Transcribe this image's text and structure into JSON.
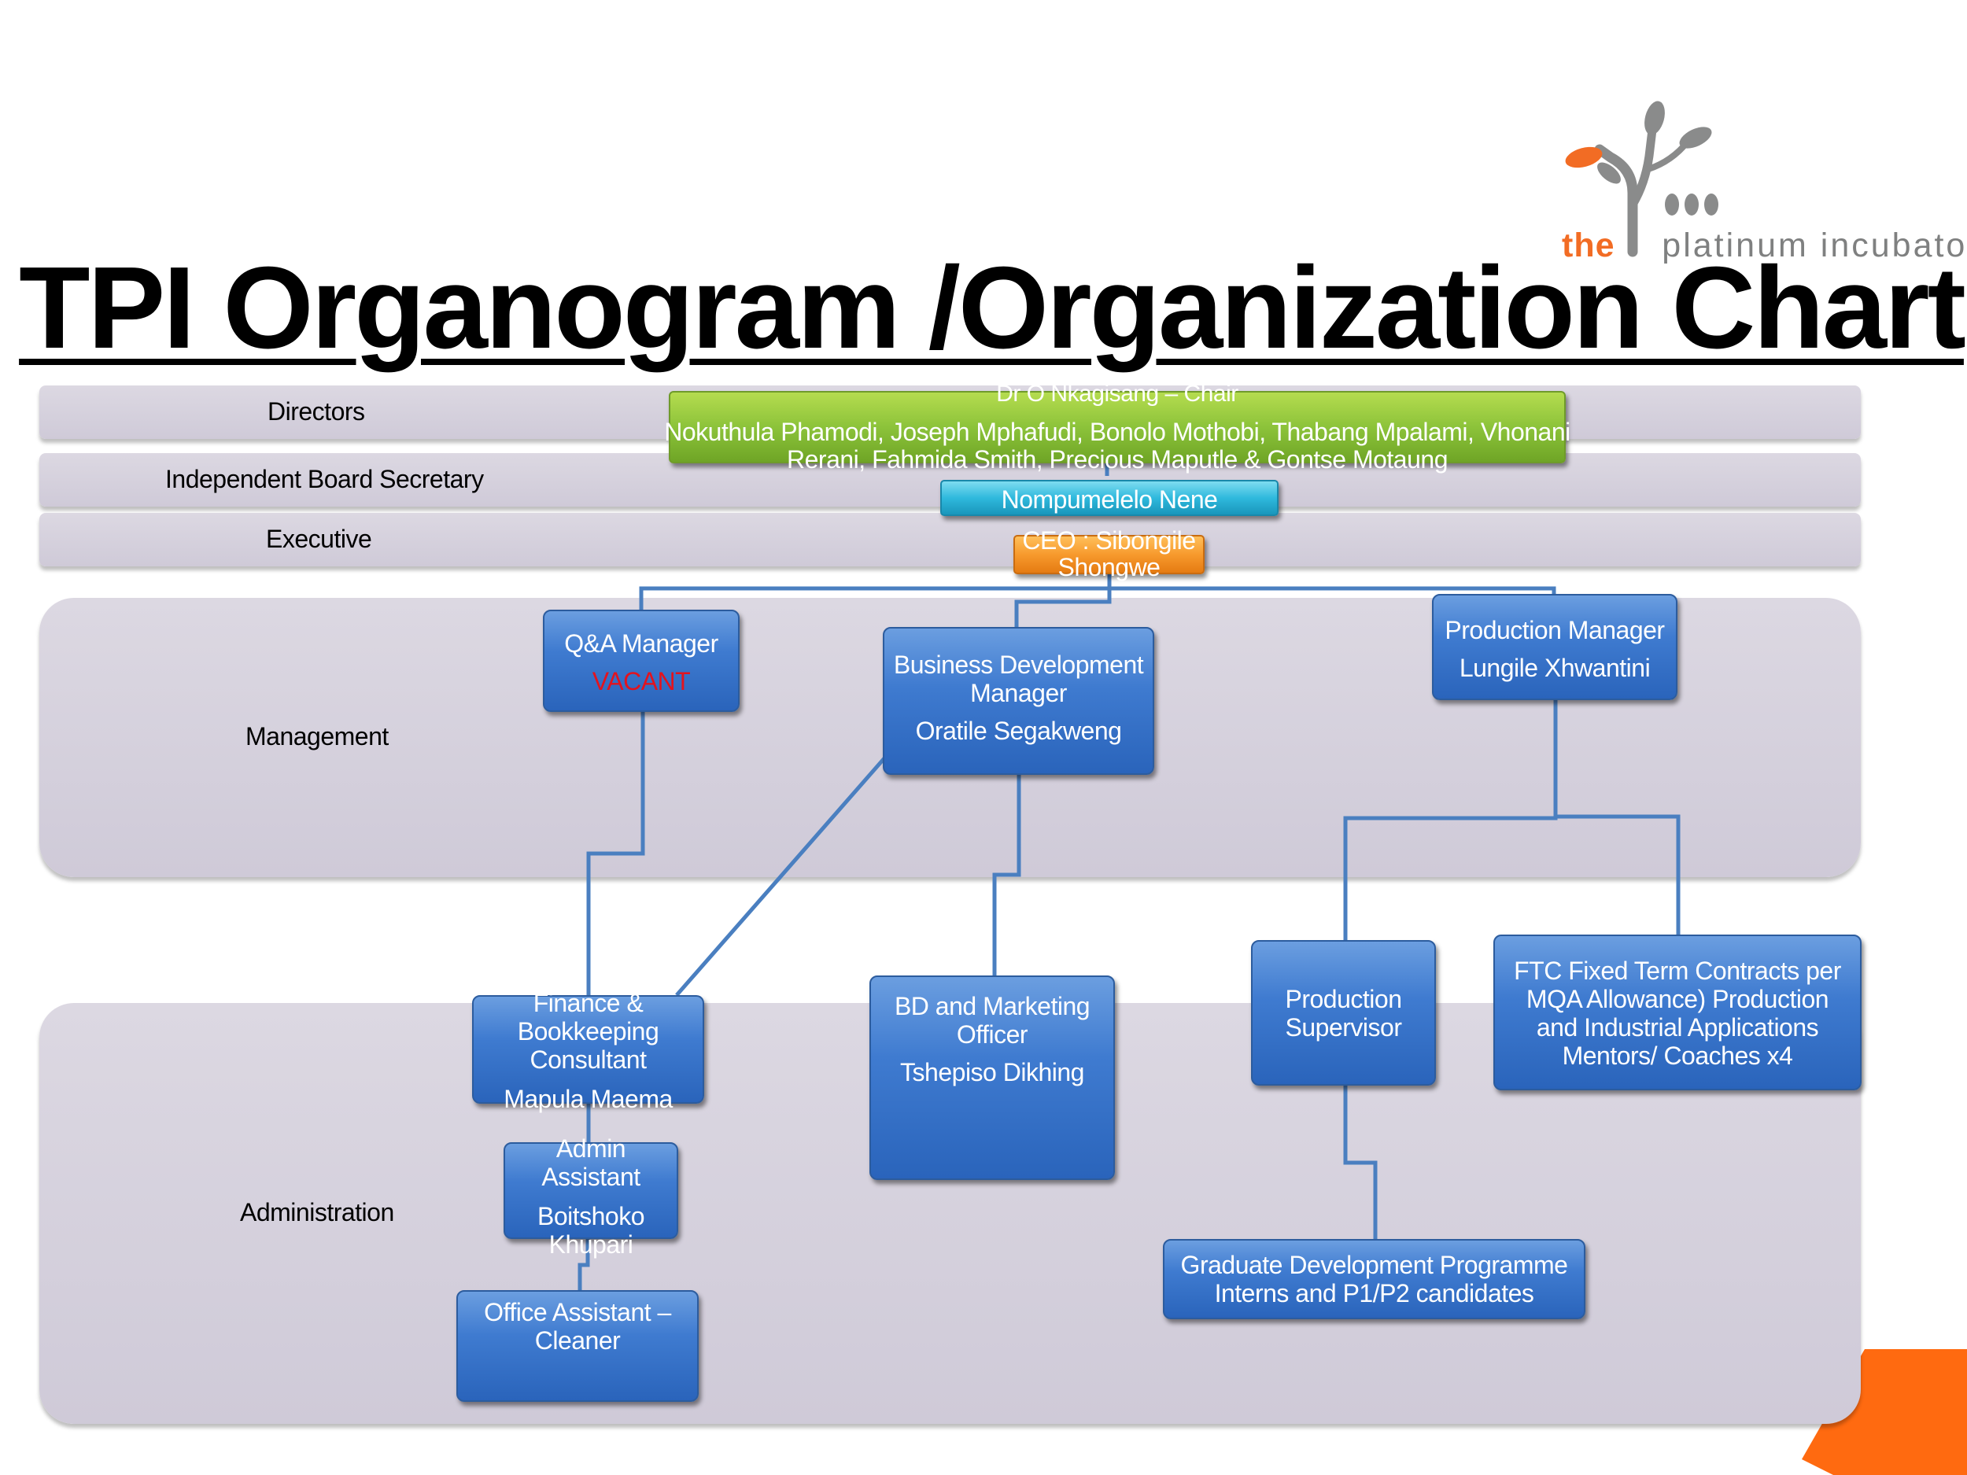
{
  "title": "TPI Organogram /Organization Chart",
  "logo": {
    "word_the": "the",
    "word_rest": "platinum incubator",
    "accent_color": "#f26c24",
    "gray_color": "#7f8080"
  },
  "bands": {
    "directors": "Directors",
    "secretary": "Independent Board Secretary",
    "executive": "Executive",
    "management": "Management",
    "administration": "Administration"
  },
  "nodes": {
    "board": {
      "chair": "Dr O Nkagisang – Chair",
      "members_line1": "Nokuthula Phamodi, Joseph Mphafudi, Bonolo Mothobi, Thabang Mpalami, Vhonani",
      "members_line2": "Rerani, Fahmida Smith, Precious Maputle  & Gontse Motaung"
    },
    "secretary": {
      "name": "Nompumelelo Nene"
    },
    "ceo": {
      "line1": "CEO : Sibongile",
      "line2": "Shongwe"
    },
    "qa_manager": {
      "title": "Q&A Manager",
      "status": "VACANT"
    },
    "bd_manager": {
      "title_line1": "Business Development",
      "title_line2": "Manager",
      "name": "Oratile Segakweng"
    },
    "production_manager": {
      "title": "Production Manager",
      "name": "Lungile Xhwantini"
    },
    "finance": {
      "title_line1": "Finance &",
      "title_line2": "Bookkeeping",
      "title_line3": "Consultant",
      "name": "Mapula Maema"
    },
    "admin_assistant": {
      "title_line1": "Admin",
      "title_line2": "Assistant",
      "name_line1": "Boitshoko",
      "name_line2": "Khupari"
    },
    "office_assistant": {
      "title_line1": "Office Assistant –",
      "title_line2": "Cleaner"
    },
    "bd_marketing": {
      "title_line1": "BD and Marketing",
      "title_line2": "Officer",
      "name": "Tshepiso Dikhing"
    },
    "production_supervisor": {
      "title_line1": "Production",
      "title_line2": "Supervisor"
    },
    "ftc": {
      "line1": "FTC Fixed Term Contracts per",
      "line2": "MQA Allowance) Production",
      "line3": "and Industrial Applications",
      "line4": "Mentors/ Coaches x4"
    },
    "graduate": {
      "line1": "Graduate Development Programme",
      "line2": "Interns and P1/P2 candidates"
    }
  },
  "colors": {
    "box_blue": "#3f7bd0",
    "box_green": "#8cc33a",
    "box_cyan": "#2fb9dd",
    "box_orange": "#f79a2d",
    "connector": "#4a7fc0",
    "band": "#d6d2de",
    "vacant": "#e3131e"
  }
}
